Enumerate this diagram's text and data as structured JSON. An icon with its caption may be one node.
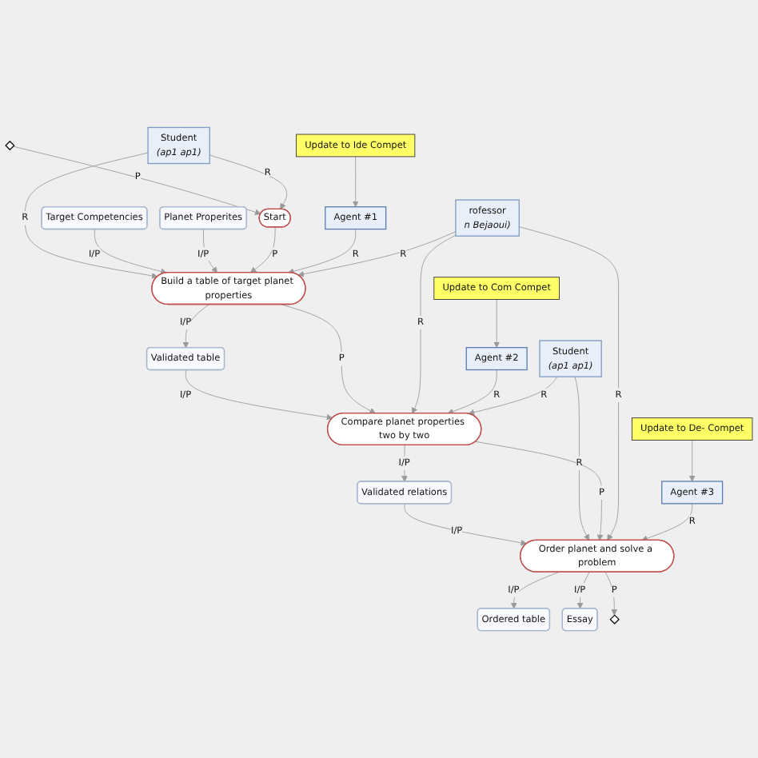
{
  "diagram": {
    "nodes": [
      {
        "text": [],
        "shape": "diamond"
      },
      {
        "text": [
          "Student",
          "(ap1 ap1)"
        ]
      },
      {
        "text": [
          "Target Competencies"
        ]
      },
      {
        "text": [
          "Planet Properites"
        ]
      },
      {
        "text": [
          "Update to Ide Compet"
        ]
      },
      {
        "text": [
          "Start"
        ]
      },
      {
        "text": [
          "Build a table of target planet properties"
        ]
      },
      {
        "text": [
          "Agent #1"
        ]
      },
      {
        "text": [
          "Update to Com Compet"
        ]
      },
      {
        "text": [
          "Validated table"
        ]
      },
      {
        "text": [
          "rofessor",
          "n Bejaoui)"
        ]
      },
      {
        "text": [
          "Compare planet properties two by two"
        ]
      },
      {
        "text": [
          "Agent #2"
        ]
      },
      {
        "text": [
          "Validated relations"
        ]
      },
      {
        "text": [
          "Student",
          "(ap1 ap1)"
        ]
      },
      {
        "text": [
          "Update to De- Compet"
        ]
      },
      {
        "text": [
          "Order planet and solve a problem"
        ]
      },
      {
        "text": [
          "Agent #3"
        ]
      },
      {
        "text": [
          "Ordered table"
        ]
      },
      {
        "text": [
          "Essay"
        ]
      },
      {
        "text": [],
        "shape": "diamond"
      }
    ],
    "edges": [
      {
        "from": 0,
        "to": 5,
        "arrow": "to",
        "label": "P"
      },
      {
        "from": 1,
        "to": 5,
        "arrow": "to",
        "label": "R"
      },
      {
        "from": 1,
        "to": 6,
        "arrow": "to",
        "label": "R"
      },
      {
        "from": 2,
        "to": 6,
        "arrow": "to",
        "label": "I/P"
      },
      {
        "from": 3,
        "to": 6,
        "arrow": "to",
        "label": "I/P"
      },
      {
        "from": 5,
        "to": 6,
        "arrow": "to",
        "label": "P"
      },
      {
        "from": 7,
        "to": 6,
        "arrow": "to",
        "label": "R"
      },
      {
        "from": 4,
        "to": 7,
        "arrow": "to"
      },
      {
        "from": 6,
        "to": 9,
        "arrow": "to",
        "label": "I/P"
      },
      {
        "from": 9,
        "to": 11,
        "arrow": "to",
        "label": "I/P"
      },
      {
        "from": 6,
        "to": 11,
        "arrow": "to",
        "label": "P"
      },
      {
        "from": 10,
        "to": 6,
        "arrow": "to",
        "label": "R"
      },
      {
        "from": 10,
        "to": 11,
        "arrow": "to",
        "label": "R"
      },
      {
        "from": 12,
        "to": 11,
        "arrow": "to",
        "label": "R"
      },
      {
        "from": 8,
        "to": 12,
        "arrow": "to"
      },
      {
        "from": 11,
        "to": 13,
        "arrow": "to",
        "label": "I/P"
      },
      {
        "from": 13,
        "to": 16,
        "arrow": "to",
        "label": "I/P"
      },
      {
        "from": 14,
        "to": 11,
        "arrow": "to",
        "label": "R"
      },
      {
        "from": 14,
        "to": 16,
        "arrow": "to",
        "label": "R"
      },
      {
        "from": 11,
        "to": 16,
        "arrow": "to",
        "label": "P"
      },
      {
        "from": 10,
        "to": 16,
        "arrow": "to",
        "label": "R"
      },
      {
        "from": 15,
        "to": 17,
        "arrow": "to"
      },
      {
        "from": 17,
        "to": 16,
        "arrow": "to",
        "label": "R"
      },
      {
        "from": 16,
        "to": 18,
        "arrow": "to",
        "label": "I/P"
      },
      {
        "from": 16,
        "to": 19,
        "arrow": "to",
        "label": "I/P"
      },
      {
        "from": 16,
        "to": 20,
        "arrow": "to",
        "label": "P"
      }
    ]
  }
}
